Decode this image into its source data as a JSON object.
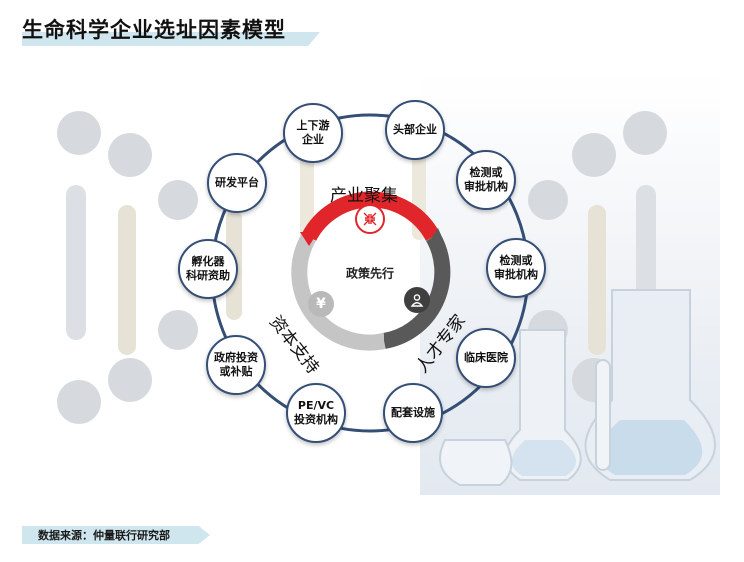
{
  "title": "生命科学企业选址因素模型",
  "center": "政策先行",
  "arc_labels": {
    "industry": "产业聚集",
    "talent": "人才专家",
    "capital": "资本支持"
  },
  "nodes": [
    "上下游\n企业",
    "头部企业",
    "检测或\n审批机构",
    "检测或\n审批机构",
    "临床医院",
    "配套设施",
    "PE/VC\n投资机构",
    "政府投资\n或补贴",
    "孵化器\n科研资助",
    "研发平台"
  ],
  "icons": {
    "industry": "compress-arrows-icon",
    "talent": "person-icon",
    "capital": "yen-icon"
  },
  "colors": {
    "ring": "#344e76",
    "red": "#e0262b",
    "dark_gray": "#595959",
    "light_gray": "#c5c5c5",
    "decor_circle": "#d6d9de",
    "title_highlight": "#cfe6ee"
  },
  "footer": "数据来源：仲量联行研究部"
}
